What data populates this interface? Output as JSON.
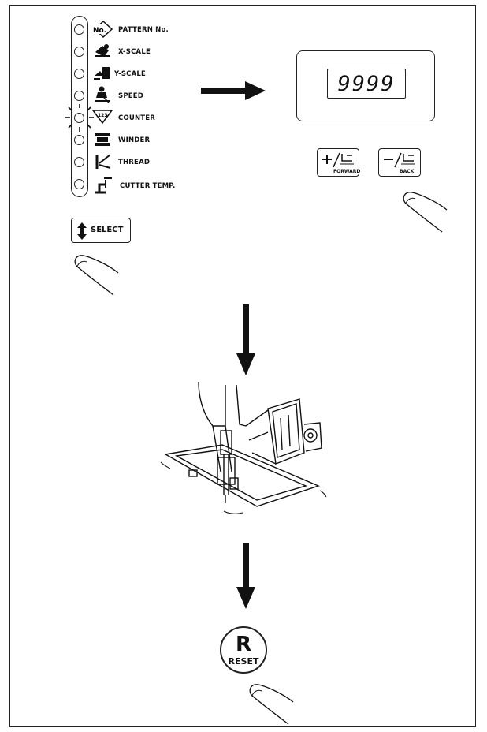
{
  "menu": {
    "items": [
      {
        "label": "PATTERN No.",
        "icon": "pattern-no-icon",
        "badge": "No."
      },
      {
        "label": "X-SCALE",
        "icon": "x-scale-icon"
      },
      {
        "label": "Y-SCALE",
        "icon": "y-scale-icon"
      },
      {
        "label": "SPEED",
        "icon": "speed-icon"
      },
      {
        "label": "COUNTER",
        "icon": "counter-icon"
      },
      {
        "label": "WINDER",
        "icon": "winder-icon"
      },
      {
        "label": "THREAD",
        "icon": "thread-icon"
      },
      {
        "label": "CUTTER TEMP.",
        "icon": "cutter-temp-icon"
      }
    ],
    "active_index": 4
  },
  "display": {
    "value": "9999"
  },
  "buttons": {
    "select_label": "SELECT",
    "plus_sub": "FORWARD",
    "minus_sub": "BACK",
    "reset_symbol": "R",
    "reset_label": "RESET"
  }
}
